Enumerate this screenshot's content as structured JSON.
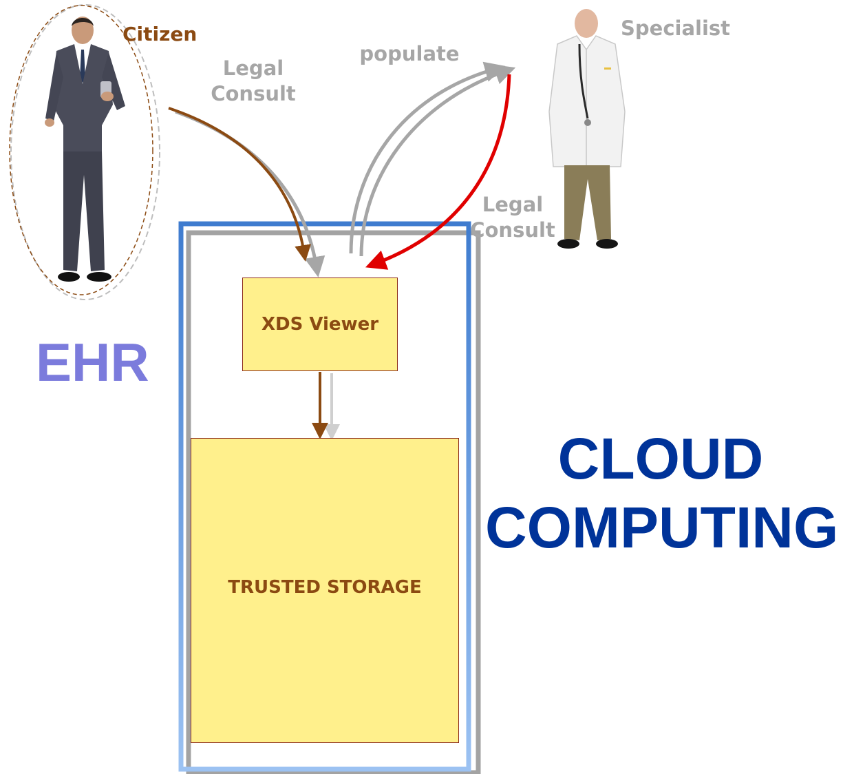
{
  "labels": {
    "citizen": "Citizen",
    "specialist": "Specialist",
    "legal_consult_left": "Legal\nConsult",
    "populate": "populate",
    "legal_consult_right": "Legal\nConsult",
    "ehr": "EHR",
    "cloud_line1": "CLOUD",
    "cloud_line2": "COMPUTING"
  },
  "boxes": {
    "xds_viewer": "XDS Viewer",
    "trusted_storage": "TRUSTED STORAGE"
  },
  "colors": {
    "citizen_text": "#8b4a12",
    "gray_text": "#a6a6a6",
    "ehr_text": "#7b7bdc",
    "cloud_text": "#003399",
    "box_fill": "#fff08c",
    "box_border": "#8b2a1a",
    "arrow_brown": "#8b4a12",
    "arrow_gray": "#a6a6a6",
    "arrow_red": "#e00000",
    "frame_blue": "#4a86d4",
    "frame_gray": "#a0a0a0"
  }
}
